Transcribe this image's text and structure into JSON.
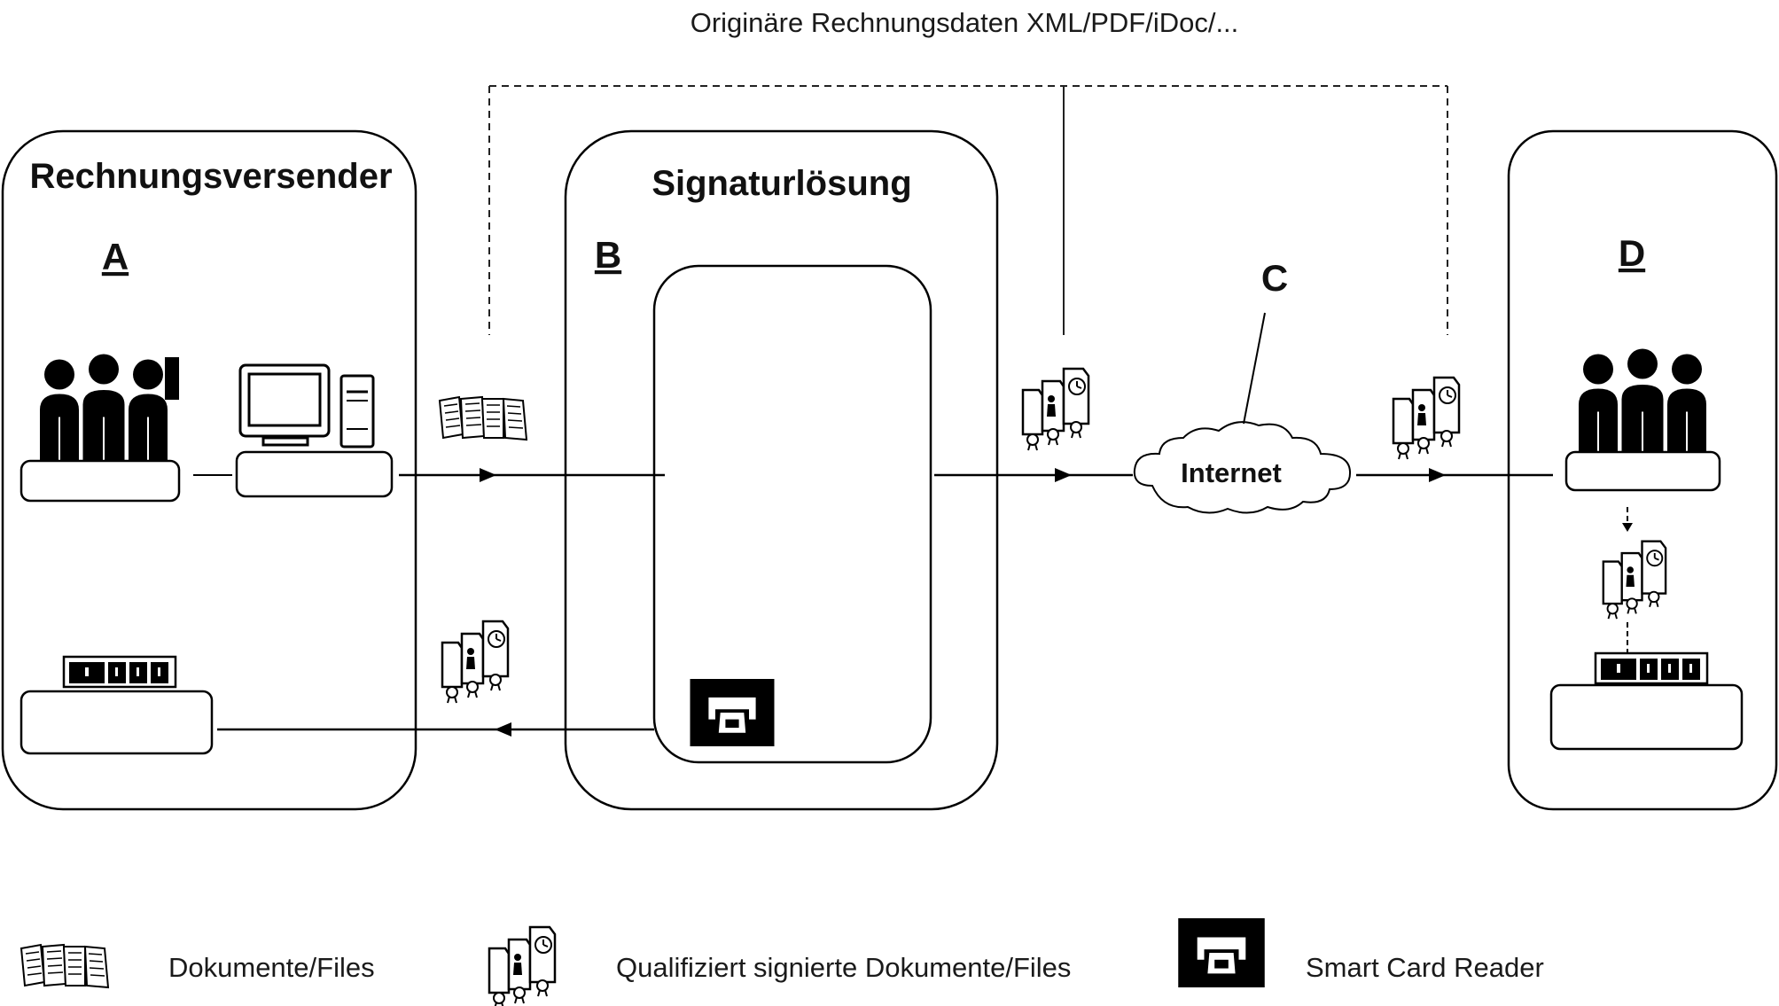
{
  "top_label": "Originäre Rechnungsdaten XML/PDF/iDoc/...",
  "boxes": {
    "sender": {
      "title": "Rechnungsversender",
      "letter": "A"
    },
    "signature": {
      "title": "Signaturlösung",
      "letter": "B"
    },
    "recipient": {
      "letter": "D"
    }
  },
  "network": {
    "letter": "C",
    "cloud_label": "Internet"
  },
  "legend": {
    "documents": "Dokumente/Files",
    "signed_documents": "Qualifiziert signierte Dokumente/Files",
    "smart_card_reader": "Smart Card Reader"
  },
  "icons": [
    "group-of-people-icon",
    "computer-icon",
    "documents-icon",
    "signed-documents-icon",
    "smart-card-reader-icon",
    "file-archive-icon",
    "cloud-icon"
  ]
}
